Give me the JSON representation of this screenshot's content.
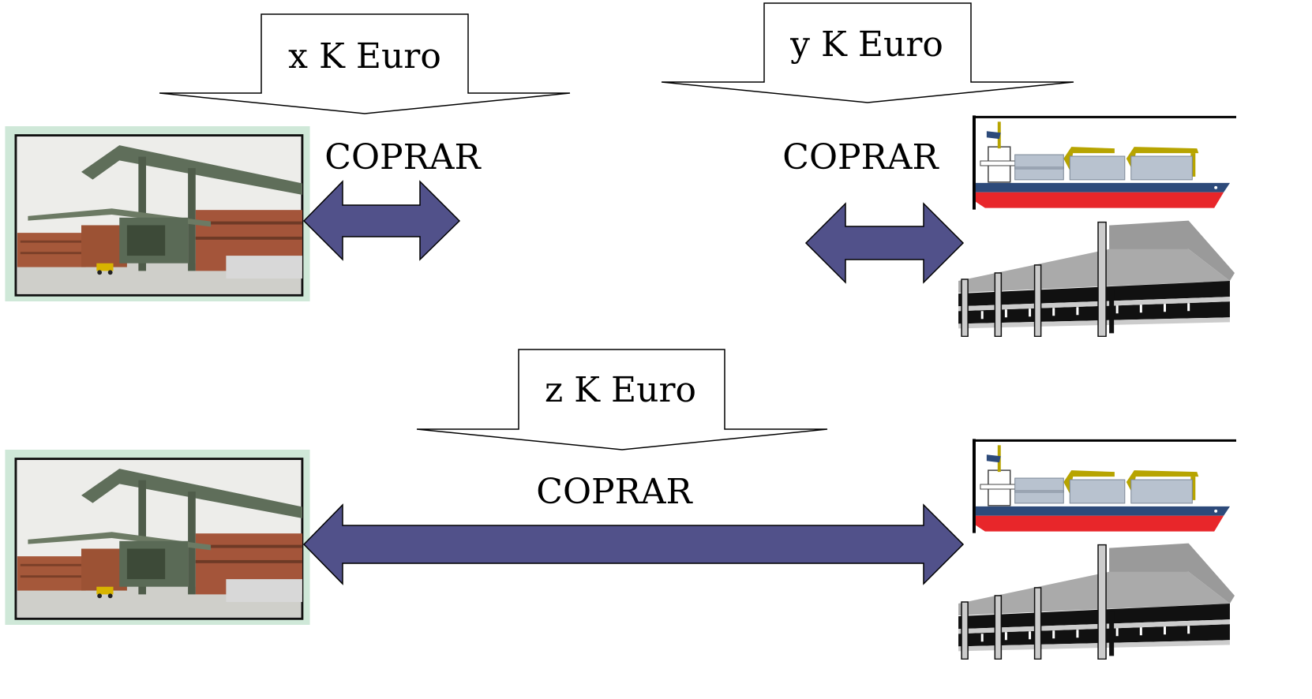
{
  "top_left": {
    "cost_label": "x K Euro",
    "message_label": "COPRAR"
  },
  "top_right": {
    "cost_label": "y K Euro",
    "message_label": "COPRAR"
  },
  "bottom": {
    "cost_label": "z K Euro",
    "message_label": "COPRAR"
  },
  "colors": {
    "arrow_fill": "#51518a",
    "ship_hull_red": "#e8262a",
    "ship_hull_blue": "#2d4a7a",
    "ship_crane_yellow": "#b7a400",
    "terminal_photo_frame": "#cfe8d8",
    "building_grey": "#9a9a9a"
  },
  "icons": [
    "container-terminal-photo",
    "container-ship-icon",
    "shipping-office-building-icon"
  ]
}
